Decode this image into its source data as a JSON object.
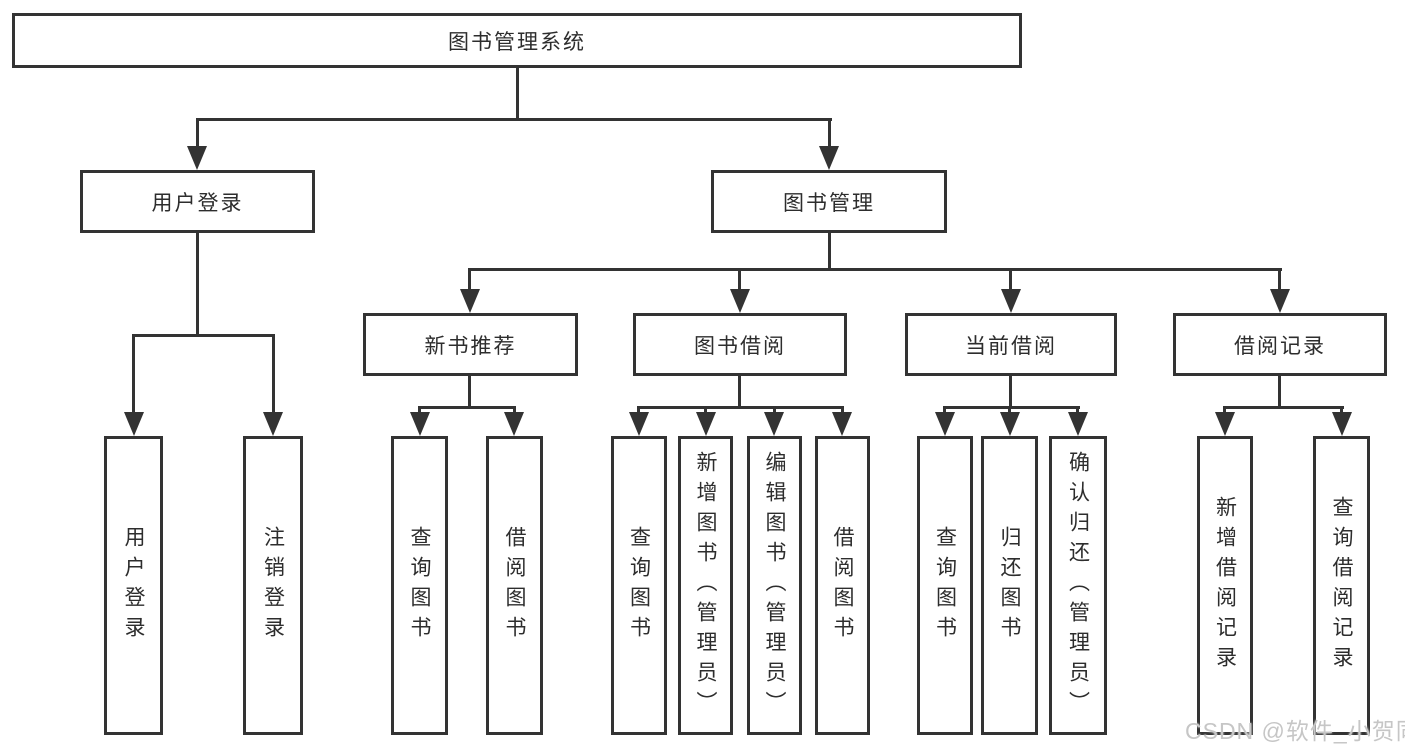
{
  "colors": {
    "line": "#333333",
    "text": "#2d2d2d",
    "bg": "#ffffff",
    "watermark": "#c6c6c6"
  },
  "tree": {
    "root": {
      "label": "图书管理系统"
    },
    "branches": [
      {
        "label": "用户登录",
        "children": [
          {
            "label": "用户登录"
          },
          {
            "label": "注销登录"
          }
        ]
      },
      {
        "label": "图书管理",
        "children": [
          {
            "label": "新书推荐",
            "children": [
              {
                "label": "查询图书"
              },
              {
                "label": "借阅图书"
              }
            ]
          },
          {
            "label": "图书借阅",
            "children": [
              {
                "label": "查询图书"
              },
              {
                "label": "新增图书（管理员）"
              },
              {
                "label": "编辑图书（管理员）"
              },
              {
                "label": "借阅图书"
              }
            ]
          },
          {
            "label": "当前借阅",
            "children": [
              {
                "label": "查询图书"
              },
              {
                "label": "归还图书"
              },
              {
                "label": "确认归还（管理员）"
              }
            ]
          },
          {
            "label": "借阅记录",
            "children": [
              {
                "label": "新增借阅记录"
              },
              {
                "label": "查询借阅记录"
              }
            ]
          }
        ]
      }
    ]
  },
  "watermark": {
    "text": "CSDN @软件_小贺同学"
  }
}
